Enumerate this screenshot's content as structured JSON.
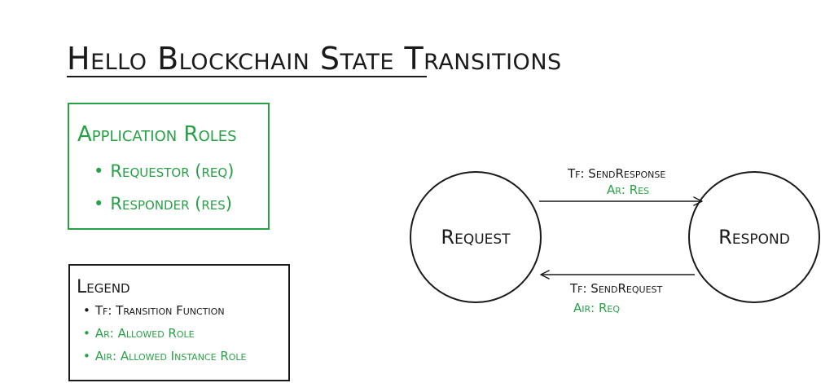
{
  "title": "Hello Blockchain State Transitions",
  "roles": {
    "heading": "Application Roles",
    "items": [
      "Requestor (req)",
      "Responder (res)"
    ]
  },
  "legend": {
    "heading": "Legend",
    "items": [
      {
        "text": "Tf: Transition Function",
        "color": "#1a1a1a"
      },
      {
        "text": "Ar: Allowed Role",
        "color": "#27a046"
      },
      {
        "text": "Air: Allowed Instance Role",
        "color": "#27a046"
      }
    ]
  },
  "states": {
    "request": "Request",
    "respond": "Respond"
  },
  "transitions": {
    "send_response": {
      "tf": "Tf: SendResponse",
      "role": "Ar: Res"
    },
    "send_request": {
      "tf": "Tf: SendRequest",
      "role": "Air: Req"
    }
  },
  "colors": {
    "ink": "#1a1a1a",
    "accent": "#27a046"
  }
}
